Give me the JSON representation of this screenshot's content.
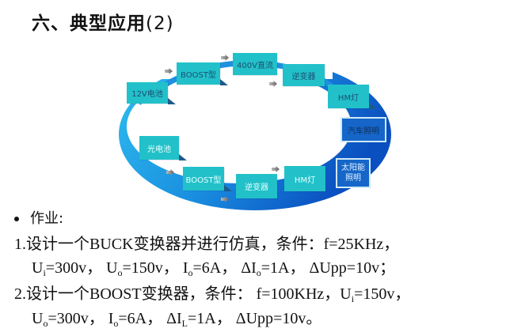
{
  "slide": {
    "title_main": "六、典型应用",
    "title_suffix": "(2)"
  },
  "diagram": {
    "ring_colors": {
      "light": "#29b8ec",
      "dark": "#0a57c4"
    },
    "node_color": "#22c1c9",
    "top_chain": [
      {
        "label": "12V电池"
      },
      {
        "label": "BOOST型"
      },
      {
        "label": "400V直流"
      },
      {
        "label": "逆变器"
      },
      {
        "label": "HM灯"
      }
    ],
    "top_output": "汽车照明",
    "bottom_chain": [
      {
        "label": "光电池"
      },
      {
        "label": "BOOST型"
      },
      {
        "label": "逆变器"
      },
      {
        "label": "HM灯"
      }
    ],
    "bottom_output_line1": "太阳能",
    "bottom_output_line2": "照明"
  },
  "homework": {
    "heading": "作业:",
    "task1": {
      "line1": "1.设计一个BUCK变换器并进行仿真，条件：f=25KHz，",
      "params": [
        {
          "sym": "U",
          "sub": "i",
          "val": "=300v，"
        },
        {
          "sym": "U",
          "sub": "o",
          "val": "=150v，"
        },
        {
          "sym": "I",
          "sub": "o",
          "val": "=6A，"
        },
        {
          "sym": "ΔI",
          "sub": "o",
          "val": "=1A，"
        },
        {
          "sym": "ΔUpp",
          "sub": "",
          "val": "=10v；"
        }
      ]
    },
    "task2": {
      "line1_a": "2.设计一个BOOST变换器，条件： f=100KHz，",
      "line1_sym": "U",
      "line1_sub": "i",
      "line1_val": "=150v，",
      "params": [
        {
          "sym": "U",
          "sub": "o",
          "val": "=300v，"
        },
        {
          "sym": "I",
          "sub": "o",
          "val": "=6A，"
        },
        {
          "sym": "ΔI",
          "sub": "L",
          "val": "=1A，"
        },
        {
          "sym": "ΔUpp",
          "sub": "",
          "val": "=10v。"
        }
      ]
    }
  }
}
